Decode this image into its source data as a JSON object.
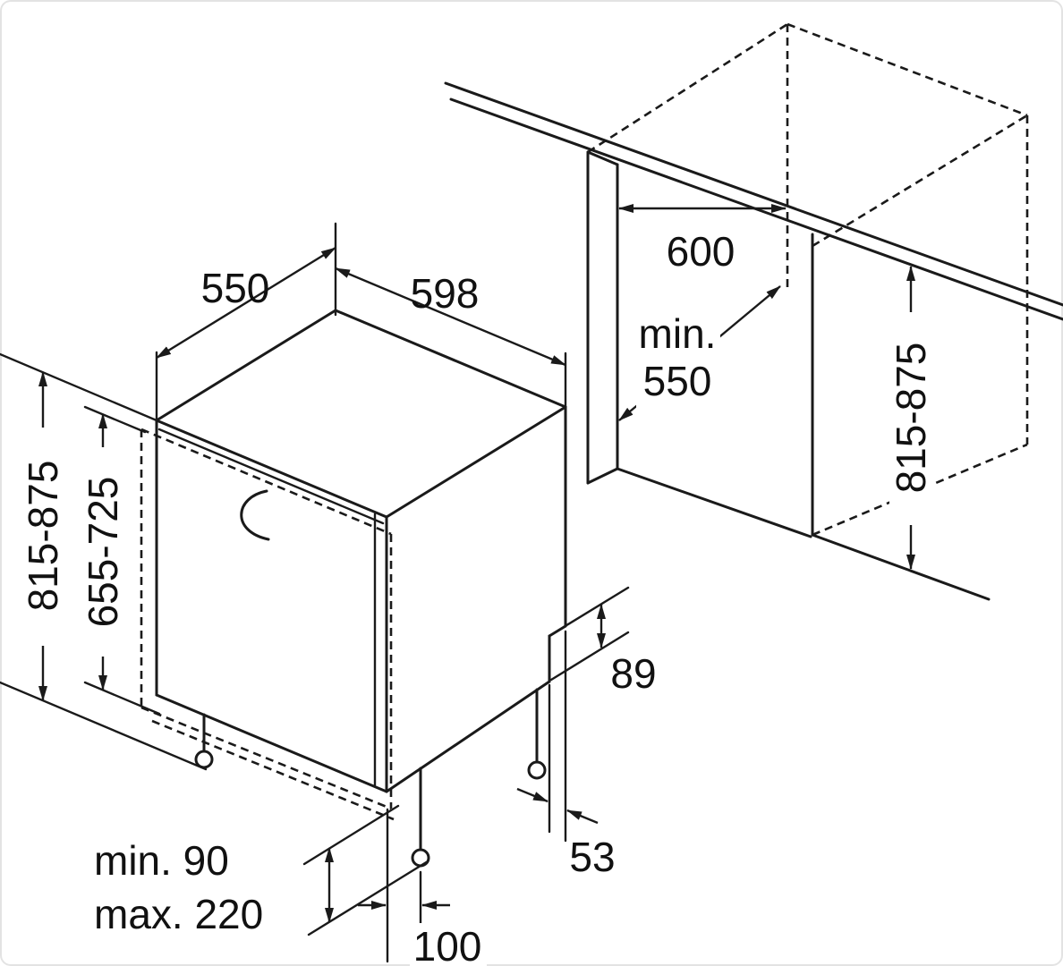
{
  "figure": {
    "kind": "appliance-installation-dimension-diagram",
    "subject": "fully-integrated dishwasher with furniture door and installation niche",
    "unit": "mm",
    "line_color": "#1a1a1a",
    "background": "#ffffff",
    "labels": {
      "top_depth": "550",
      "top_width": "598",
      "appliance_height": "815-875",
      "door_height": "655-725",
      "plinth_min": "min. 90",
      "plinth_max": "max. 220",
      "foot_offset": "100",
      "rear_recess_height": "89",
      "rear_recess_depth": "53",
      "niche_width": "600",
      "niche_depth_prefix": "min.",
      "niche_depth_value": "550",
      "niche_height": "815-875"
    }
  }
}
